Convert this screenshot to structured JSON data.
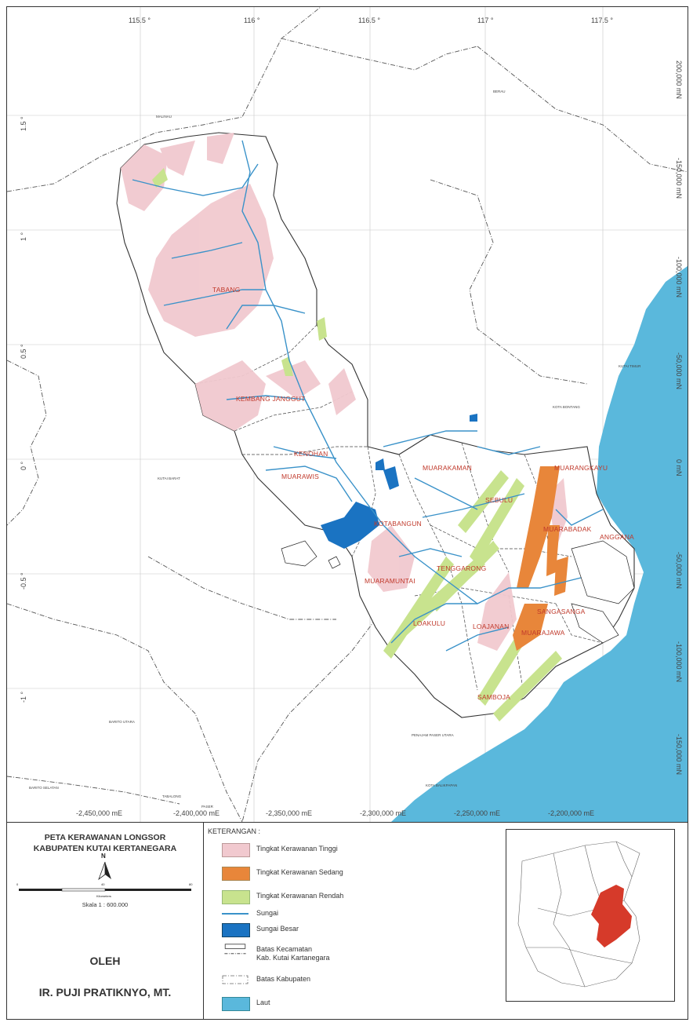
{
  "map": {
    "top_ticks": [
      "115.5 °",
      "116 °",
      "116.5 °",
      "117 °",
      "117.5 °"
    ],
    "left_ticks": [
      "1.5 °",
      "1 °",
      "0.5 °",
      "0 °",
      "-0.5 °",
      "-1 °"
    ],
    "bottom_ticks": [
      "-2,450,000 mE",
      "-2,400,000 mE",
      "-2,350,000 mE",
      "-2,300,000 mE",
      "-2,250,000 mE",
      "-2,200,000 mE"
    ],
    "right_ticks": [
      "200,000 mN",
      "-150,000 mN",
      "-100,000 mN",
      "-50,000 mN",
      "0 mN",
      "-50,000 mN",
      "-100,000 mN",
      "-150,000 mN"
    ],
    "districts": [
      {
        "name": "TABANG"
      },
      {
        "name": "KEMBANG JANGGUT"
      },
      {
        "name": "KENOHAN"
      },
      {
        "name": "MUARAWIS"
      },
      {
        "name": "MUARAKAMAN"
      },
      {
        "name": "MUARANGKAYU"
      },
      {
        "name": "SEBULU"
      },
      {
        "name": "KOTABANGUN"
      },
      {
        "name": "MUARABADAK"
      },
      {
        "name": "ANGGANA"
      },
      {
        "name": "TENGGARONG"
      },
      {
        "name": "MUARAMUNTAI"
      },
      {
        "name": "SANGASANGA"
      },
      {
        "name": "LOAKULU"
      },
      {
        "name": "LOAJANAN"
      },
      {
        "name": "MUARAJAWA"
      },
      {
        "name": "SAMBOJA"
      }
    ],
    "regions": [
      {
        "name": "MALINAU"
      },
      {
        "name": "BERAU"
      },
      {
        "name": "KUTAI TIMUR"
      },
      {
        "name": "KOTA BONTANG"
      },
      {
        "name": "KUTAI BARAT"
      },
      {
        "name": "BARITO UTARA"
      },
      {
        "name": "BARITO SELATAN"
      },
      {
        "name": "TABALONG"
      },
      {
        "name": "PASER"
      },
      {
        "name": "PENAJAM PASER UTARA"
      },
      {
        "name": "KOTA BALIKPAPAN"
      }
    ]
  },
  "title_panel": {
    "title_line1": "PETA KERAWANAN LONGSOR",
    "title_line2": "KABUPATEN KUTAI KERTANEGARA",
    "north": "N",
    "scale_labels": [
      "0",
      "40",
      "80"
    ],
    "scale_unit": "Kilometers",
    "scale_text": "Skala 1 : 600.000",
    "author_label": "OLEH",
    "author_name": "IR. PUJI PRATIKNYO, MT."
  },
  "legend": {
    "heading": "KETERANGAN :",
    "items": [
      {
        "label": "Tingkat Kerawanan Tinggi",
        "color": "#f1c9cf",
        "kind": "fill"
      },
      {
        "label": "Tingkat Kerawanan Sedang",
        "color": "#e8863a",
        "kind": "fill"
      },
      {
        "label": "Tingkat Kerawanan Rendah",
        "color": "#c8e38e",
        "kind": "fill"
      },
      {
        "label": "Sungai",
        "color": "#3a92c9",
        "kind": "line"
      },
      {
        "label": "Sungai Besar",
        "color": "#1a73c2",
        "kind": "fill"
      },
      {
        "label": "Batas Kecamatan",
        "label2": "Kab. Kutai Kartanegara",
        "color": "#333333",
        "kind": "boundary"
      },
      {
        "label": "Batas Kabupaten",
        "color": "#555555",
        "kind": "dashdot"
      },
      {
        "label": "Laut",
        "color": "#5ab8dc",
        "kind": "fill"
      }
    ]
  },
  "colors": {
    "sea": "#5ab8dc",
    "high": "#f1c9cf",
    "medium": "#e8863a",
    "low": "#c8e38e",
    "river": "#3a92c9",
    "big_river": "#1a73c2",
    "inset_highlight": "#d63a2a"
  }
}
